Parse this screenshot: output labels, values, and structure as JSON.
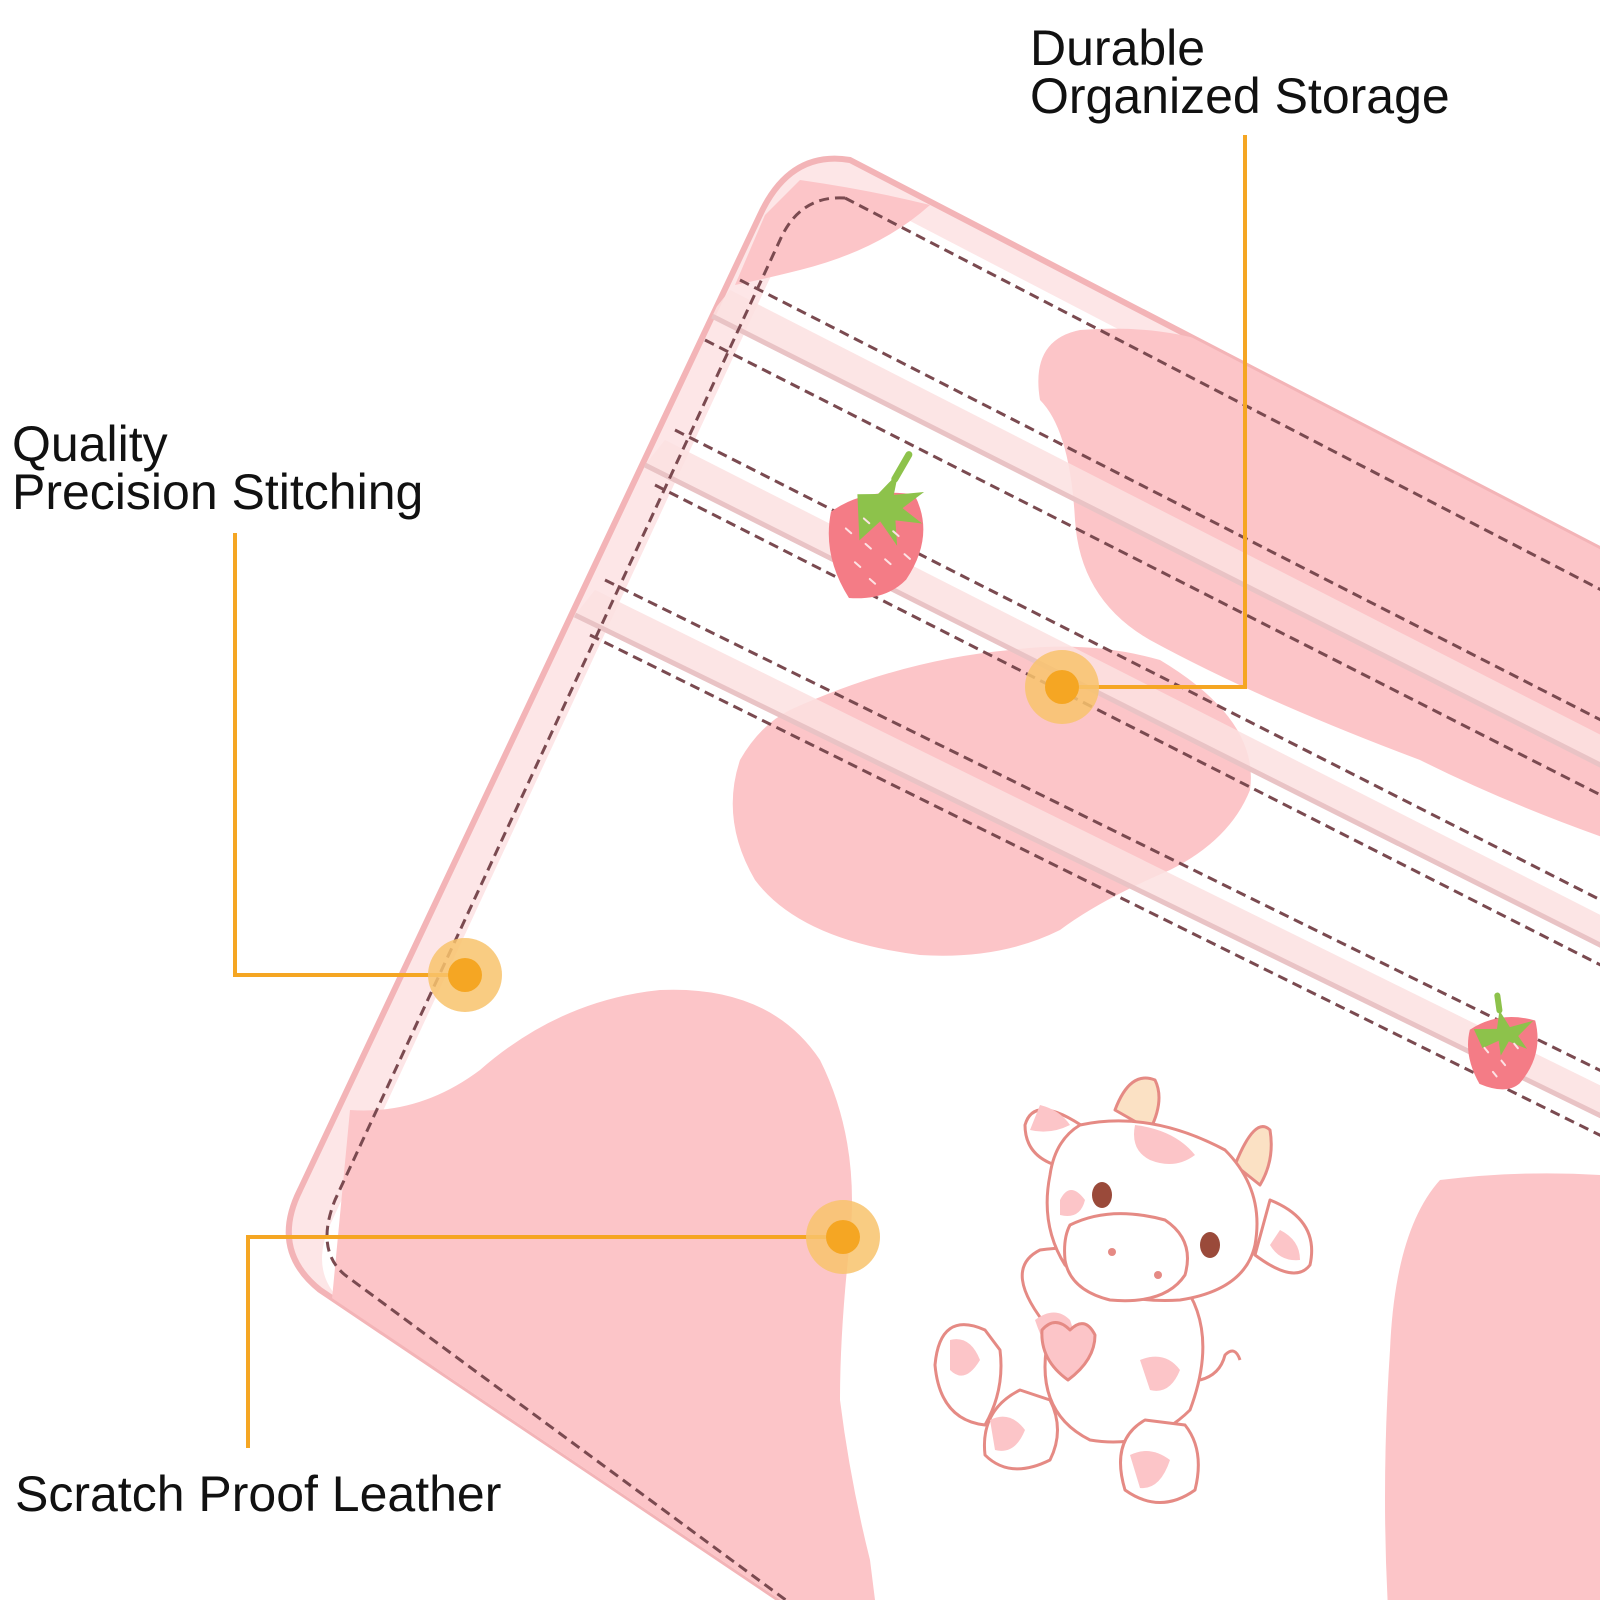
{
  "callouts": {
    "storage": {
      "line1": "Durable",
      "line2": "Organized Storage"
    },
    "stitching": {
      "line1": "Quality",
      "line2": "Precision Stitching"
    },
    "leather": {
      "line1": "Scratch Proof Leather"
    }
  },
  "colors": {
    "accent": "#f5a623",
    "accent_halo": "#f8c36c",
    "pink": "#fcc5c8",
    "pink_edge": "#f3b0b3",
    "stitch": "#7a4a50",
    "cow_outline": "#e58a84",
    "strawberry_red": "#f47c86",
    "strawberry_leaf": "#8dc24b"
  },
  "icons": [
    "strawberry-icon",
    "cow-illustration",
    "callout-dot-icon"
  ]
}
